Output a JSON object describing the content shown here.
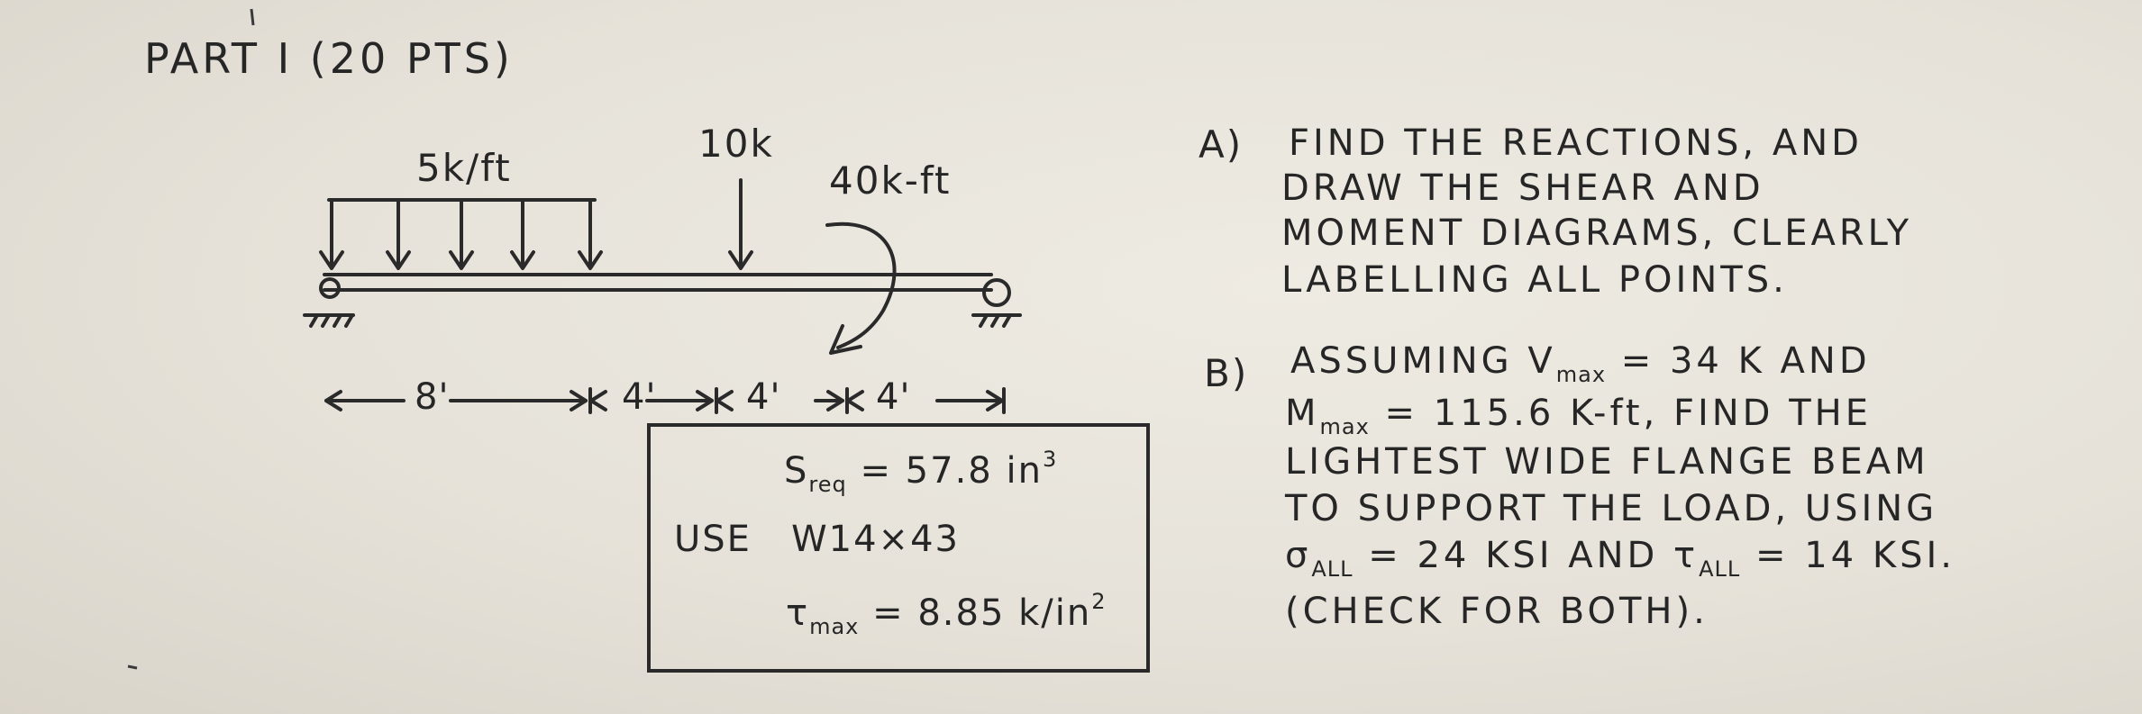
{
  "header": {
    "title": "PART I  (20 PTS)"
  },
  "diagram": {
    "distributed_load": "5k/ft",
    "point_load": "10k",
    "moment_load": "40k-ft",
    "spans": [
      "8'",
      "4'",
      "4'",
      "4'"
    ]
  },
  "answer_box": {
    "s_req_label": "S",
    "s_req_sub": "req",
    "s_req_value": "= 57.8 in",
    "s_req_exp": "3",
    "use_label": "USE",
    "use_value": "W14×43",
    "tau_label": "τ",
    "tau_sub": "max",
    "tau_value": "= 8.85 k/in",
    "tau_exp": "2"
  },
  "questions": {
    "a_label": "A)",
    "a_lines": [
      "FIND THE REACTIONS, AND",
      "DRAW THE SHEAR AND",
      "MOMENT DIAGRAMS, CLEARLY",
      "LABELLING ALL POINTS."
    ],
    "b_label": "B)",
    "b_line1_prefix": "ASSUMING V",
    "b_line1_sub": "max",
    "b_line1_suffix": "= 34 K AND",
    "b_line2_prefix": "M",
    "b_line2_sub": "max",
    "b_line2_suffix": "= 115.6 K-ft, FIND THE",
    "b_line3": "LIGHTEST WIDE FLANGE BEAM",
    "b_line4": "TO SUPPORT THE LOAD, USING",
    "b_line5_sigma": "σ",
    "b_line5_sigma_sub": "ALL",
    "b_line5_mid": "= 24 KSI AND τ",
    "b_line5_tau_sub": "ALL",
    "b_line5_end": "= 14 KSI.",
    "b_line6": "(CHECK FOR BOTH)."
  },
  "colors": {
    "paper": "#e6e2d9",
    "ink": "#262626"
  }
}
